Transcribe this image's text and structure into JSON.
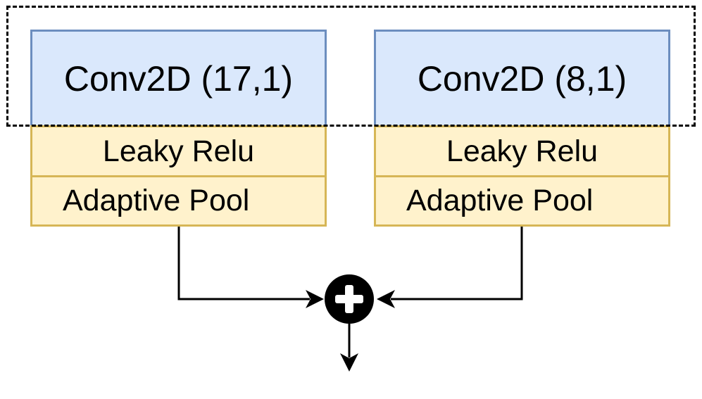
{
  "branches": [
    {
      "conv_label": "Conv2D (17,1)",
      "activation_label": "Leaky Relu",
      "pool_label": "Adaptive Pool"
    },
    {
      "conv_label": "Conv2D (8,1)",
      "activation_label": "Leaky Relu",
      "pool_label": "Adaptive Pool"
    }
  ],
  "merge": {
    "operation": "+",
    "icon": "plus-circle-icon"
  },
  "colors": {
    "conv_fill": "#dae8fc",
    "conv_stroke": "#6c8ebf",
    "layer_fill": "#fff2cc",
    "layer_stroke": "#d6b656",
    "lines": "#000000"
  }
}
